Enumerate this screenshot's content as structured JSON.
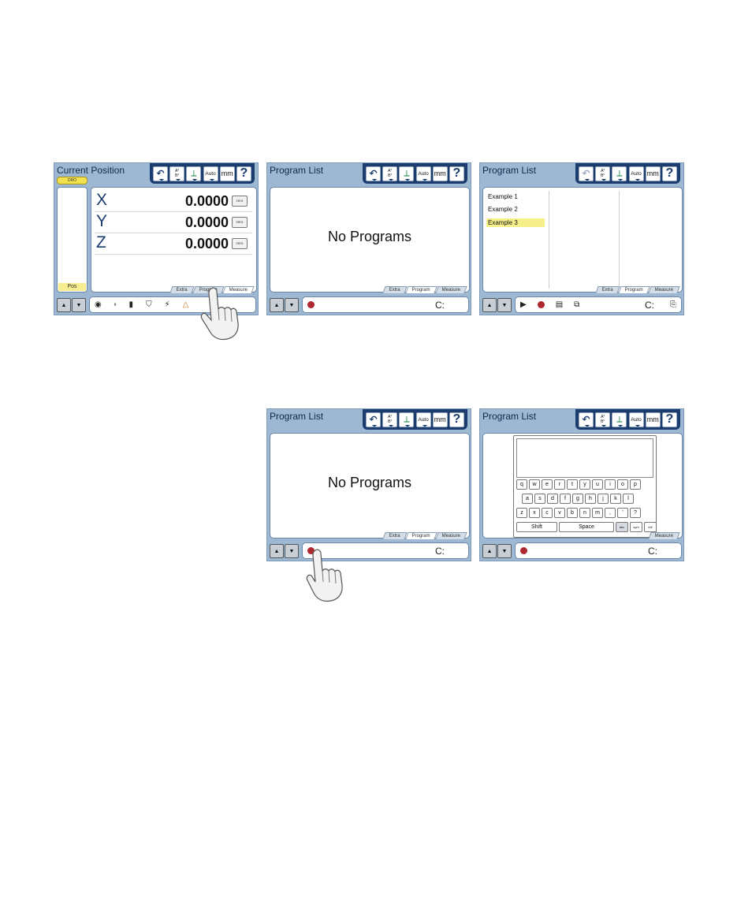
{
  "screen1": {
    "title": "Current Position",
    "mode_badge": "DRO",
    "left_panel_label": "Pos",
    "axes": [
      {
        "letter": "X",
        "value": "0.0000",
        "zero_label": "zero"
      },
      {
        "letter": "Y",
        "value": "0.0000",
        "zero_label": "zero"
      },
      {
        "letter": "Z",
        "value": "0.0000",
        "zero_label": "zero"
      }
    ],
    "tabs": [
      "Extra",
      "Program",
      "Measure"
    ],
    "active_tab": "Measure"
  },
  "screen2": {
    "title": "Program List",
    "message": "No Programs",
    "tabs": [
      "Extra",
      "Program",
      "Measure"
    ],
    "drive": "C:"
  },
  "screen3": {
    "title": "Program List",
    "programs": [
      "Example 1",
      "Example 2",
      "Example 3"
    ],
    "selected_program": "Example 3",
    "tabs": [
      "Extra",
      "Program",
      "Measure"
    ],
    "drive": "C:"
  },
  "screen4": {
    "title": "Program List",
    "message": "No Programs",
    "tabs": [
      "Extra",
      "Program",
      "Measure"
    ],
    "drive": "C:"
  },
  "screen5": {
    "title": "Program List",
    "drive": "C:",
    "keyboard": {
      "row1": [
        "q",
        "w",
        "e",
        "r",
        "t",
        "y",
        "u",
        "i",
        "o",
        "p"
      ],
      "row2": [
        "a",
        "s",
        "d",
        "f",
        "g",
        "h",
        "j",
        "k",
        "l"
      ],
      "row3": [
        "z",
        "x",
        "c",
        "v",
        "b",
        "n",
        "m",
        ",",
        "'",
        "?"
      ],
      "shift": "Shift",
      "space": "Space",
      "modes": [
        "abc",
        "sym",
        "intl"
      ]
    },
    "tab_visible": "Measure"
  },
  "toolbar": {
    "auto_label": "Auto",
    "units_label": "mm",
    "help_label": "?"
  },
  "colors": {
    "panel_blue": "#9db8d2",
    "toolbar_navy": "#1b3c6f",
    "highlight_yellow": "#f6f08a",
    "record_red": "#b0282f"
  }
}
